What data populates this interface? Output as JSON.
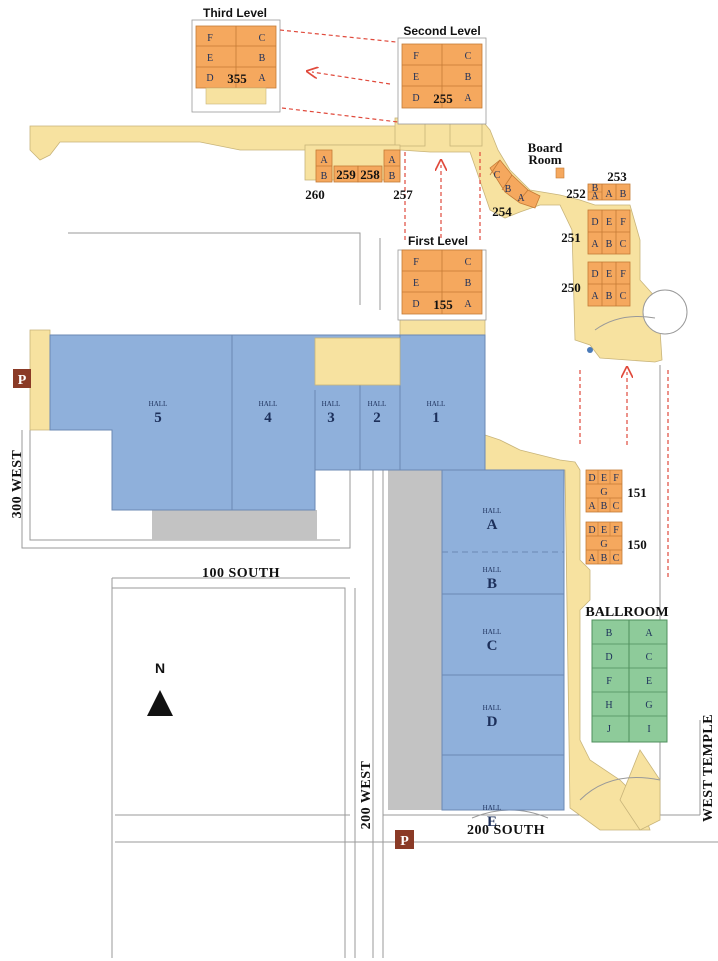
{
  "colors": {
    "hall": "#8fb0db",
    "hall_stroke": "#6b88b3",
    "meeting": "#f5a85e",
    "meeting_stroke": "#c47a35",
    "concourse": "#f7e2a0",
    "ballroom": "#8ecb9a",
    "parking_gray": "#c3c3c3",
    "parking_badge": "#8a3a26",
    "arrow": "#e04a3c"
  },
  "levels": {
    "third": "Third Level",
    "second": "Second Level",
    "first": "First Level"
  },
  "halls_west": [
    {
      "word": "HALL",
      "num": "5"
    },
    {
      "word": "HALL",
      "num": "4"
    },
    {
      "word": "HALL",
      "num": "3"
    },
    {
      "word": "HALL",
      "num": "2"
    },
    {
      "word": "HALL",
      "num": "1"
    }
  ],
  "halls_south": [
    {
      "word": "HALL",
      "num": "A"
    },
    {
      "word": "HALL",
      "num": "B"
    },
    {
      "word": "HALL",
      "num": "C"
    },
    {
      "word": "HALL",
      "num": "D"
    },
    {
      "word": "HALL",
      "num": "E"
    }
  ],
  "room_numbers": {
    "r355": "355",
    "r255": "255",
    "r155": "155",
    "r260": "260",
    "r259": "259",
    "r258": "258",
    "r257": "257",
    "r254": "254",
    "r253": "253",
    "r252": "252",
    "r251": "251",
    "r250": "250",
    "r151": "151",
    "r150": "150"
  },
  "suite_letters": [
    "F",
    "C",
    "E",
    "B",
    "D",
    "A"
  ],
  "small_letters": {
    "ab_a": "A",
    "ab_b": "B",
    "c": "C",
    "def_d": "D",
    "def_e": "E",
    "def_f": "F",
    "abc_a": "A",
    "abc_b": "B",
    "abc_c": "C",
    "g": "G"
  },
  "board_room": [
    "Board",
    "Room"
  ],
  "ballroom": {
    "title": "BALLROOM",
    "sections": [
      "B",
      "A",
      "D",
      "C",
      "F",
      "E",
      "H",
      "G",
      "J",
      "I"
    ]
  },
  "streets": {
    "w300": "300 WEST",
    "s100": "100 SOUTH",
    "w200": "200 WEST",
    "s200": "200 SOUTH",
    "west_temple": "WEST TEMPLE"
  },
  "north": "N",
  "parking": "P"
}
